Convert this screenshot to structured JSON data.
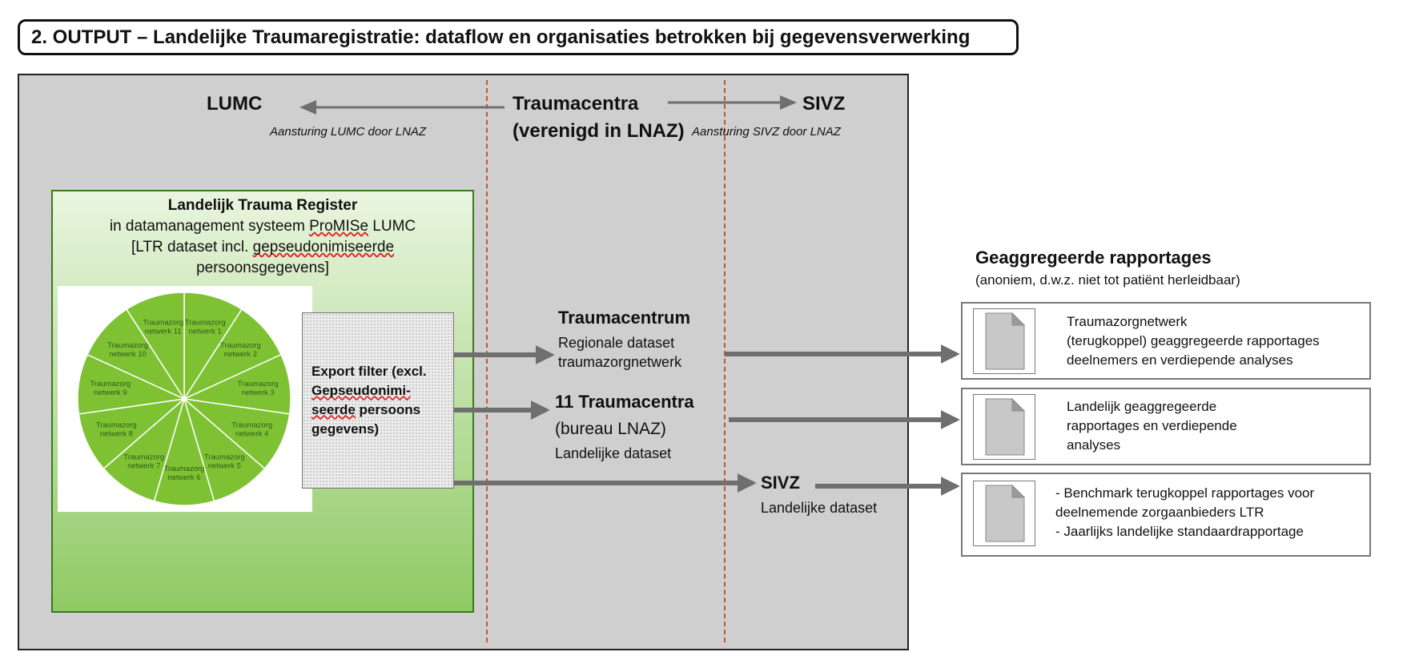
{
  "title": "2. OUTPUT – Landelijke Traumaregistratie: dataflow en organisaties betrokken bij gegevensverwerking",
  "top": {
    "lumc": "LUMC",
    "aansturing_lumc": "Aansturing LUMC door LNAZ",
    "traumacentra_line1": "Traumacentra",
    "traumacentra_line2": "(verenigd in LNAZ)",
    "sivz": "SIVZ",
    "aansturing_sivz": "Aansturing SIVZ door LNAZ"
  },
  "register": {
    "title": "Landelijk Trauma Register",
    "line2_prefix": "in datamanagement systeem ",
    "line2_word": "ProMISe",
    "line2_suffix": " LUMC",
    "line3_prefix": "[LTR dataset incl. ",
    "line3_word": "gepseudonimiseerde",
    "line4": "persoonsgegevens]"
  },
  "pie": {
    "segments": [
      {
        "l1": "Traumazorg",
        "l2": "netwerk 1"
      },
      {
        "l1": "Traumazorg",
        "l2": "netwerk 2"
      },
      {
        "l1": "Traumazorg",
        "l2": "netwerk 3"
      },
      {
        "l1": "Traumazorg",
        "l2": "netwerk 4"
      },
      {
        "l1": "Traumazorg",
        "l2": "netwerk 5"
      },
      {
        "l1": "Traumazorg",
        "l2": "netwerk 6"
      },
      {
        "l1": "Traumazorg",
        "l2": "netwerk 7"
      },
      {
        "l1": "Traumazorg",
        "l2": "netwerk 8"
      },
      {
        "l1": "Traumazorg",
        "l2": "netwerk 9"
      },
      {
        "l1": "Traumazorg",
        "l2": "netwerk 10"
      },
      {
        "l1": "Traumazorg",
        "l2": "netwerk 11"
      }
    ],
    "fill_color": "#7ec234",
    "stroke_color": "#ffffff"
  },
  "filter": {
    "line1": "Export filter (excl.",
    "line2": "Gepseudonimi-",
    "line3": "seerde",
    "line3_suffix": " persoons",
    "line4": "gegevens)"
  },
  "middle": {
    "traumacentrum": "Traumacentrum",
    "regionale_dataset": "Regionale dataset",
    "traumazorgnetwerk": "traumazorgnetwerk",
    "elf_traumacentra": "11 Traumacentra",
    "bureau_lnaz": "(bureau LNAZ)",
    "landelijke_dataset": "Landelijke dataset",
    "sivz": "SIVZ",
    "sivz_dataset": "Landelijke dataset"
  },
  "aggregated": {
    "title": "Geaggregeerde rapportages",
    "subtitle": "(anoniem, d.w.z. niet tot patiënt herleidbaar)",
    "reports": [
      {
        "lines": [
          "Traumazorgnetwerk",
          "(terugkoppel) geaggregeerde rapportages",
          "deelnemers en verdiepende analyses"
        ]
      },
      {
        "lines": [
          "Landelijk geaggregeerde",
          "rapportages en verdiepende",
          "analyses"
        ]
      },
      {
        "lines": [
          "- Benchmark terugkoppel rapportages voor",
          "deelnemende zorgaanbieders LTR",
          "- Jaarlijks landelijke standaardrapportage"
        ]
      }
    ]
  },
  "colors": {
    "panel": "#cfcfcf",
    "dashed_divider": "#c2552b",
    "arrow": "#6f6f6f",
    "document": "#c8c8c8"
  }
}
